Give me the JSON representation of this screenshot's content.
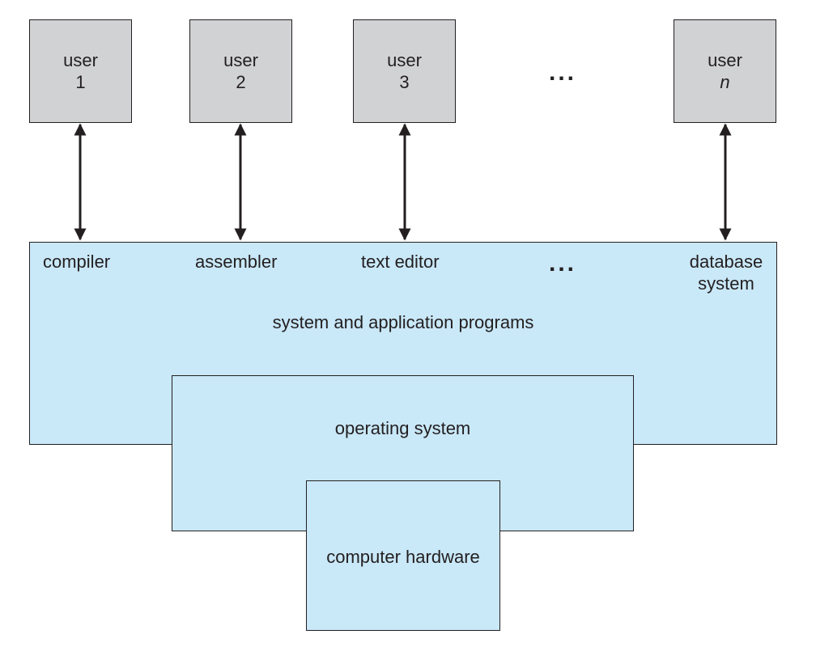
{
  "users": [
    {
      "line1": "user",
      "line2": "1"
    },
    {
      "line1": "user",
      "line2": "2"
    },
    {
      "line1": "user",
      "line2": "3"
    },
    {
      "line1": "user",
      "line2": "n"
    }
  ],
  "ellipsis": "...",
  "programs": {
    "compiler": "compiler",
    "assembler": "assembler",
    "text_editor": "text editor",
    "database_line1": "database",
    "database_line2": "system",
    "layer_label": "system and application programs"
  },
  "os_label": "operating system",
  "hardware_label": "computer hardware",
  "colors": {
    "user_box": "#d1d2d4",
    "layer_fill": "#c9e8f8",
    "stroke": "#231f20"
  }
}
